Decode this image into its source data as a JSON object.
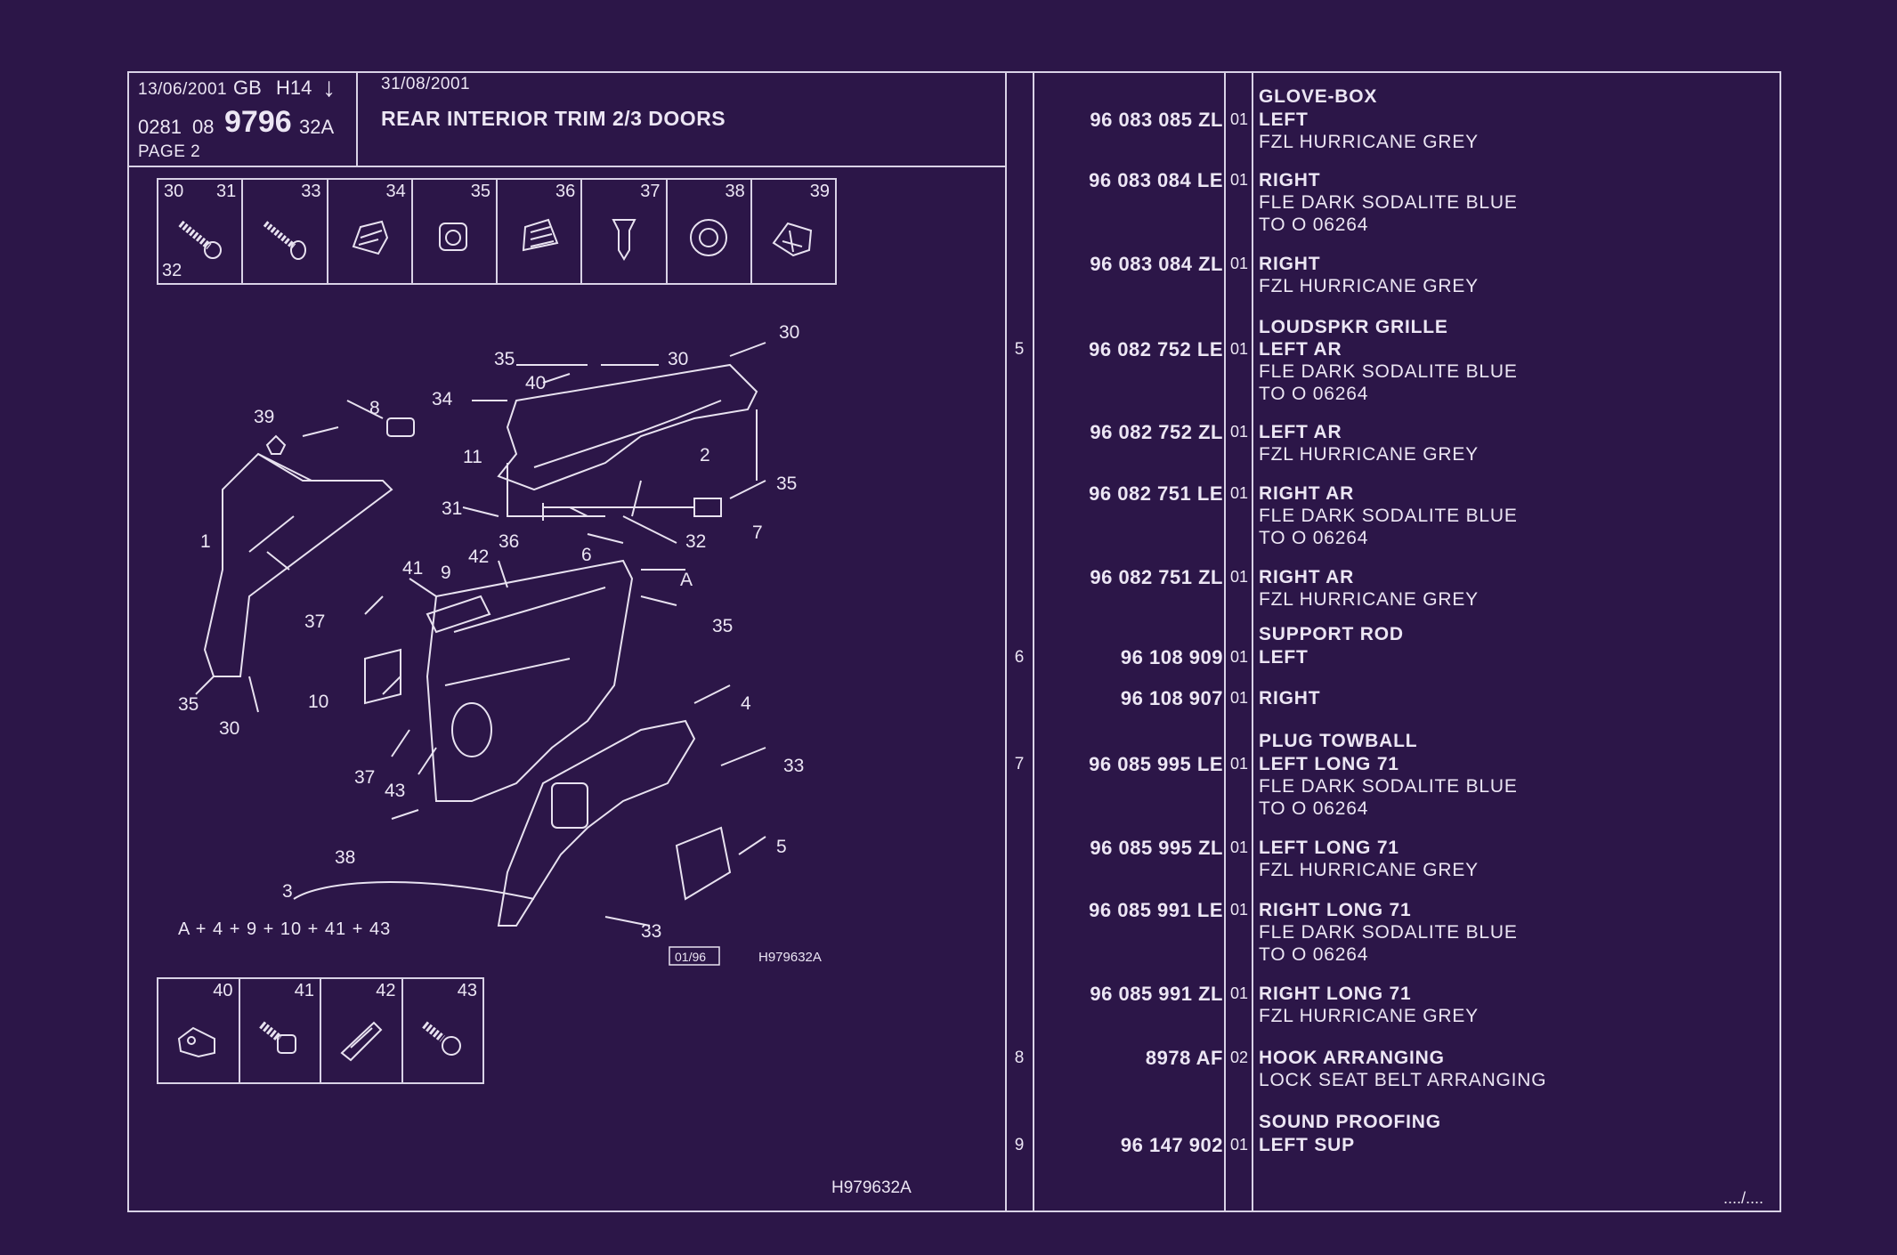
{
  "header": {
    "date1": "13/06/2001",
    "country": "GB",
    "model_code": "H14",
    "arrow": "↓",
    "code_a": "0281",
    "code_b": "08",
    "code_c": "9796",
    "code_d": "32A",
    "page": "PAGE 2",
    "date2": "31/08/2001",
    "title": "REAR INTERIOR TRIM 2/3 DOORS"
  },
  "top_parts": [
    "30",
    "31",
    "33",
    "34",
    "35",
    "36",
    "37",
    "38",
    "39"
  ],
  "top_parts_extra": "32",
  "bottom_parts": [
    "40",
    "41",
    "42",
    "43"
  ],
  "diagram": {
    "labels": [
      "35",
      "30",
      "30",
      "40",
      "34",
      "8",
      "39",
      "11",
      "2",
      "35",
      "31",
      "36",
      "6",
      "32",
      "7",
      "1",
      "41",
      "9",
      "42",
      "A",
      "37",
      "35",
      "10",
      "35",
      "30",
      "4",
      "33",
      "37",
      "43",
      "38",
      "5",
      "3",
      "33"
    ],
    "formula": "A + 4 + 9 + 10 + 41 + 43",
    "date_box": "01/96",
    "ref_code": "H979632A"
  },
  "footer": {
    "ref_code": "H979632A",
    "continuation": "..../...."
  },
  "parts_list": [
    {
      "ref": "",
      "pn": "",
      "qty": "",
      "lines": [
        {
          "t": "GLOVE-BOX",
          "style": "h"
        }
      ]
    },
    {
      "ref": "",
      "pn": "96 083 085 ZL",
      "qty": "01",
      "lines": [
        {
          "t": "LEFT",
          "style": "s"
        },
        {
          "t": "FZL HURRICANE GREY",
          "style": ""
        }
      ]
    },
    {
      "ref": "",
      "pn": "96 083 084 LE",
      "qty": "01",
      "lines": [
        {
          "t": "RIGHT",
          "style": "s"
        },
        {
          "t": "FLE DARK SODALITE BLUE",
          "style": ""
        },
        {
          "t": "TO  O  06264",
          "style": ""
        }
      ]
    },
    {
      "ref": "",
      "pn": "96 083 084 ZL",
      "qty": "01",
      "lines": [
        {
          "t": "RIGHT",
          "style": "s"
        },
        {
          "t": "FZL HURRICANE GREY",
          "style": ""
        }
      ]
    },
    {
      "ref": "",
      "pn": "",
      "qty": "",
      "lines": [
        {
          "t": "LOUDSPKR GRILLE",
          "style": "h"
        }
      ]
    },
    {
      "ref": "5",
      "pn": "96 082 752 LE",
      "qty": "01",
      "lines": [
        {
          "t": "LEFT AR",
          "style": "s"
        },
        {
          "t": "FLE DARK SODALITE BLUE",
          "style": ""
        },
        {
          "t": "TO  O  06264",
          "style": ""
        }
      ]
    },
    {
      "ref": "",
      "pn": "96 082 752 ZL",
      "qty": "01",
      "lines": [
        {
          "t": "LEFT AR",
          "style": "s"
        },
        {
          "t": "FZL HURRICANE GREY",
          "style": ""
        }
      ]
    },
    {
      "ref": "",
      "pn": "96 082 751 LE",
      "qty": "01",
      "lines": [
        {
          "t": "RIGHT AR",
          "style": "s"
        },
        {
          "t": "FLE DARK SODALITE BLUE",
          "style": ""
        },
        {
          "t": "TO  O  06264",
          "style": ""
        }
      ]
    },
    {
      "ref": "",
      "pn": "96 082 751 ZL",
      "qty": "01",
      "lines": [
        {
          "t": "RIGHT AR",
          "style": "s"
        },
        {
          "t": "FZL HURRICANE GREY",
          "style": ""
        }
      ]
    },
    {
      "ref": "",
      "pn": "",
      "qty": "",
      "lines": [
        {
          "t": "SUPPORT ROD",
          "style": "h"
        }
      ]
    },
    {
      "ref": "6",
      "pn": "96 108 909",
      "qty": "01",
      "lines": [
        {
          "t": "LEFT",
          "style": "s"
        }
      ]
    },
    {
      "ref": "",
      "pn": "96 108 907",
      "qty": "01",
      "lines": [
        {
          "t": "RIGHT",
          "style": "s"
        }
      ]
    },
    {
      "ref": "",
      "pn": "",
      "qty": "",
      "lines": [
        {
          "t": "PLUG TOWBALL",
          "style": "h"
        }
      ]
    },
    {
      "ref": "7",
      "pn": "96 085 995 LE",
      "qty": "01",
      "lines": [
        {
          "t": "LEFT LONG 71",
          "style": "s"
        },
        {
          "t": "FLE DARK SODALITE BLUE",
          "style": ""
        },
        {
          "t": "TO  O  06264",
          "style": ""
        }
      ]
    },
    {
      "ref": "",
      "pn": "96 085 995 ZL",
      "qty": "01",
      "lines": [
        {
          "t": "LEFT LONG 71",
          "style": "s"
        },
        {
          "t": "FZL HURRICANE GREY",
          "style": ""
        }
      ]
    },
    {
      "ref": "",
      "pn": "96 085 991 LE",
      "qty": "01",
      "lines": [
        {
          "t": "RIGHT LONG 71",
          "style": "s"
        },
        {
          "t": "FLE DARK SODALITE BLUE",
          "style": ""
        },
        {
          "t": "TO  O  06264",
          "style": ""
        }
      ]
    },
    {
      "ref": "",
      "pn": "96 085 991 ZL",
      "qty": "01",
      "lines": [
        {
          "t": "RIGHT LONG 71",
          "style": "s"
        },
        {
          "t": "FZL HURRICANE GREY",
          "style": ""
        }
      ]
    },
    {
      "ref": "8",
      "pn": "8978 AF",
      "qty": "02",
      "lines": [
        {
          "t": "HOOK ARRANGING",
          "style": "h"
        },
        {
          "t": "LOCK SEAT BELT ARRANGING",
          "style": ""
        }
      ]
    },
    {
      "ref": "",
      "pn": "",
      "qty": "",
      "lines": [
        {
          "t": "SOUND PROOFING",
          "style": "h"
        }
      ]
    },
    {
      "ref": "9",
      "pn": "96 147 902",
      "qty": "01",
      "lines": [
        {
          "t": "LEFT SUP",
          "style": "s"
        }
      ]
    }
  ]
}
